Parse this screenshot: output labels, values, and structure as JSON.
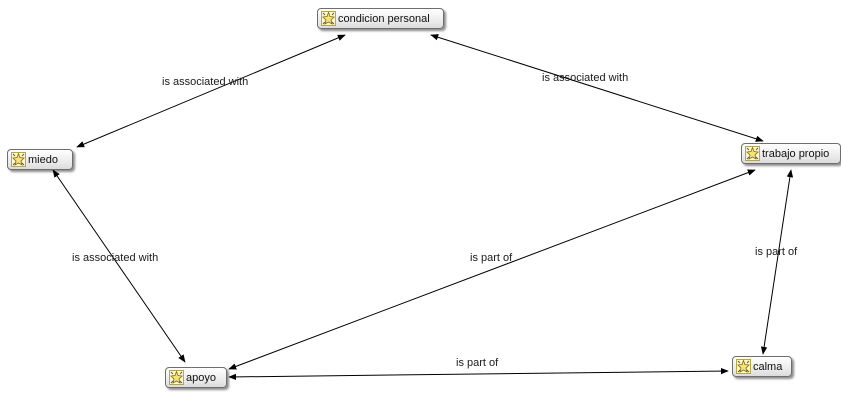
{
  "nodes": [
    {
      "id": "condicion",
      "label": "condicion personal",
      "icon": "code-sparkle-icon"
    },
    {
      "id": "miedo",
      "label": "miedo",
      "icon": "code-sparkle-icon"
    },
    {
      "id": "trabajo",
      "label": "trabajo propio",
      "icon": "code-sparkle-icon"
    },
    {
      "id": "apoyo",
      "label": "apoyo",
      "icon": "code-sparkle-icon"
    },
    {
      "id": "calma",
      "label": "calma",
      "icon": "code-sparkle-icon"
    }
  ],
  "edges": [
    {
      "from": "condicion",
      "to": "miedo",
      "label": "is associated with",
      "arrows": "both"
    },
    {
      "from": "condicion",
      "to": "trabajo",
      "label": "is associated with",
      "arrows": "both"
    },
    {
      "from": "miedo",
      "to": "apoyo",
      "label": "is associated with",
      "arrows": "both"
    },
    {
      "from": "trabajo",
      "to": "apoyo",
      "label": "is part of",
      "arrows": "both"
    },
    {
      "from": "trabajo",
      "to": "calma",
      "label": "is part of",
      "arrows": "both"
    },
    {
      "from": "calma",
      "to": "apoyo",
      "label": "is part of",
      "arrows": "both"
    }
  ],
  "colors": {
    "edge": "#000000",
    "node_border": "#6e6e6e",
    "icon_fill": "#f5e27a",
    "icon_stroke": "#7a6a10"
  }
}
